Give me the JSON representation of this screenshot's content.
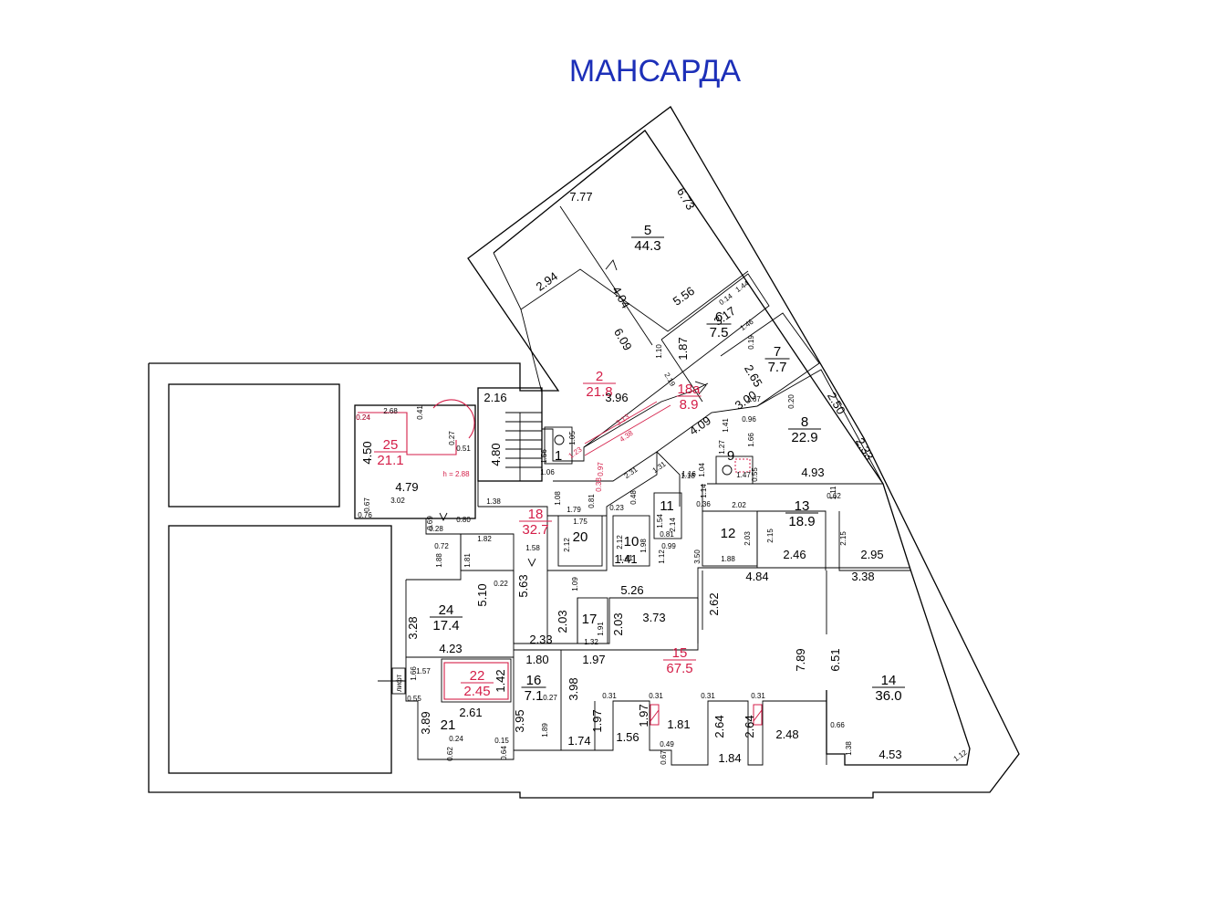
{
  "title": "МАНСАРДА",
  "rooms": [
    {
      "num": "1",
      "area": "",
      "red": false
    },
    {
      "num": "2",
      "area": "21.8",
      "red": true
    },
    {
      "num": "5",
      "area": "44.3",
      "red": false
    },
    {
      "num": "6",
      "area": "7.5",
      "red": false
    },
    {
      "num": "7",
      "area": "7.7",
      "red": false
    },
    {
      "num": "8",
      "area": "22.9",
      "red": false
    },
    {
      "num": "9",
      "area": "",
      "red": false
    },
    {
      "num": "10",
      "area": "",
      "red": false
    },
    {
      "num": "11",
      "area": "",
      "red": false
    },
    {
      "num": "12",
      "area": "",
      "red": false
    },
    {
      "num": "13",
      "area": "18.9",
      "red": false
    },
    {
      "num": "14",
      "area": "36.0",
      "red": false
    },
    {
      "num": "15",
      "area": "67.5",
      "red": true
    },
    {
      "num": "16",
      "area": "7.1",
      "red": false
    },
    {
      "num": "17",
      "area": "",
      "red": false
    },
    {
      "num": "18",
      "area": "32.7",
      "red": true
    },
    {
      "num": "18а",
      "area": "8.9",
      "red": true
    },
    {
      "num": "20",
      "area": "",
      "red": false
    },
    {
      "num": "21",
      "area": "",
      "red": false
    },
    {
      "num": "22",
      "area": "2.45",
      "red": true
    },
    {
      "num": "24",
      "area": "17.4",
      "red": false
    },
    {
      "num": "25",
      "area": "21.1",
      "red": true
    }
  ],
  "dims": [
    "7.77",
    "6.73",
    "2.94",
    "4.04",
    "5.56",
    "6.09",
    "3.96",
    "1.87",
    "3.17",
    "2.65",
    "3.00",
    "2.50",
    "2.33",
    "4.09",
    "2.16",
    "4.80",
    "4.50",
    "4.79",
    "4.93",
    "2.46",
    "2.95",
    "4.84",
    "3.38",
    "5.26",
    "3.73",
    "5.63",
    "5.10",
    "3.28",
    "4.23",
    "2.33",
    "2.03",
    "2.03",
    "1.41",
    "2.62",
    "7.89",
    "6.51",
    "1.80",
    "1.97",
    "3.98",
    "3.95",
    "2.61",
    "3.89",
    "1.74",
    "1.97",
    "1.56",
    "1.97",
    "1.81",
    "2.64",
    "1.84",
    "2.64",
    "2.48",
    "4.53",
    "1.42"
  ],
  "small_dims": [
    "2.68",
    "0.24",
    "0.41",
    "0.27",
    "0.51",
    "0.67",
    "0.76",
    "0.80",
    "0.28",
    "0.69",
    "3.02",
    "1.82",
    "1.81",
    "0.72",
    "1.88",
    "0.22",
    "1.58",
    "1.08",
    "1.38",
    "1.79",
    "1.75",
    "2.12",
    "2.12",
    "1.41",
    "1.98",
    "1.54",
    "0.81",
    "2.14",
    "0.99",
    "1.12",
    "1.18",
    "0.36",
    "2.02",
    "2.03",
    "1.88",
    "3.50",
    "2.15",
    "0.62",
    "1.11",
    "2.15",
    "1.09",
    "1.91",
    "1.32",
    "0.27",
    "1.89",
    "0.31",
    "0.31",
    "0.31",
    "0.31",
    "0.49",
    "0.67",
    "0.66",
    "1.38",
    "1.12",
    "0.24",
    "0.15",
    "0.64",
    "0.62",
    "1.57",
    "1.66",
    "0.55",
    "1.06",
    "1.56",
    "1.05",
    "0.81",
    "0.23",
    "0.48",
    "2.31",
    "1.31",
    "1.16",
    "1.04",
    "1.14",
    "1.27",
    "1.41",
    "0.96",
    "1.66",
    "1.47",
    "0.55",
    "1.10",
    "2.19",
    "1.44",
    "1.46",
    "1.67",
    "0.20",
    "0.19",
    "0.14"
  ],
  "red_small_dims": [
    "1.23",
    "3.13",
    "4.38",
    "0.97",
    "0.38",
    "0.24",
    "h = 2.88"
  ],
  "label_lift": "лифт"
}
